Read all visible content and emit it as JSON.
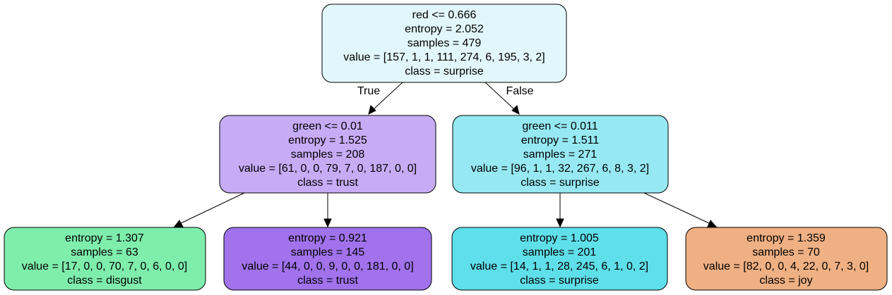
{
  "nodes": [
    {
      "id": "root",
      "fill": "#e2f7fb",
      "lines": [
        "red <= 0.666",
        "entropy = 2.052",
        "samples = 479",
        "value = [157, 1, 1, 111, 274, 6, 195, 3, 2]",
        "class = surprise"
      ]
    },
    {
      "id": "left",
      "fill": "#c8abf5",
      "lines": [
        "green <= 0.01",
        "entropy = 1.525",
        "samples = 208",
        "value = [61, 0, 0, 79, 7, 0, 187, 0, 0]",
        "class = trust"
      ]
    },
    {
      "id": "right",
      "fill": "#96e9f2",
      "lines": [
        "green <= 0.011",
        "entropy = 1.511",
        "samples = 271",
        "value = [96, 1, 1, 32, 267, 6, 8, 3, 2]",
        "class = surprise"
      ]
    },
    {
      "id": "ll",
      "fill": "#7feeac",
      "lines": [
        "entropy = 1.307",
        "samples = 63",
        "value = [17, 0, 0, 70, 7, 0, 6, 0, 0]",
        "class = disgust"
      ]
    },
    {
      "id": "lr",
      "fill": "#a172ec",
      "lines": [
        "entropy = 0.921",
        "samples = 145",
        "value = [44, 0, 0, 9, 0, 0, 181, 0, 0]",
        "class = trust"
      ]
    },
    {
      "id": "rl",
      "fill": "#5fdfe9",
      "lines": [
        "entropy = 1.005",
        "samples = 201",
        "value = [14, 1, 1, 28, 245, 6, 1, 0, 2]",
        "class = surprise"
      ]
    },
    {
      "id": "rr",
      "fill": "#efb083",
      "lines": [
        "entropy = 1.359",
        "samples = 70",
        "value = [82, 0, 0, 4, 22, 0, 7, 3, 0]",
        "class = joy"
      ]
    }
  ],
  "edges": [
    {
      "from": "root",
      "to": "left",
      "label": "True"
    },
    {
      "from": "root",
      "to": "right",
      "label": "False"
    },
    {
      "from": "left",
      "to": "ll",
      "label": ""
    },
    {
      "from": "left",
      "to": "lr",
      "label": ""
    },
    {
      "from": "right",
      "to": "rl",
      "label": ""
    },
    {
      "from": "right",
      "to": "rr",
      "label": ""
    }
  ]
}
